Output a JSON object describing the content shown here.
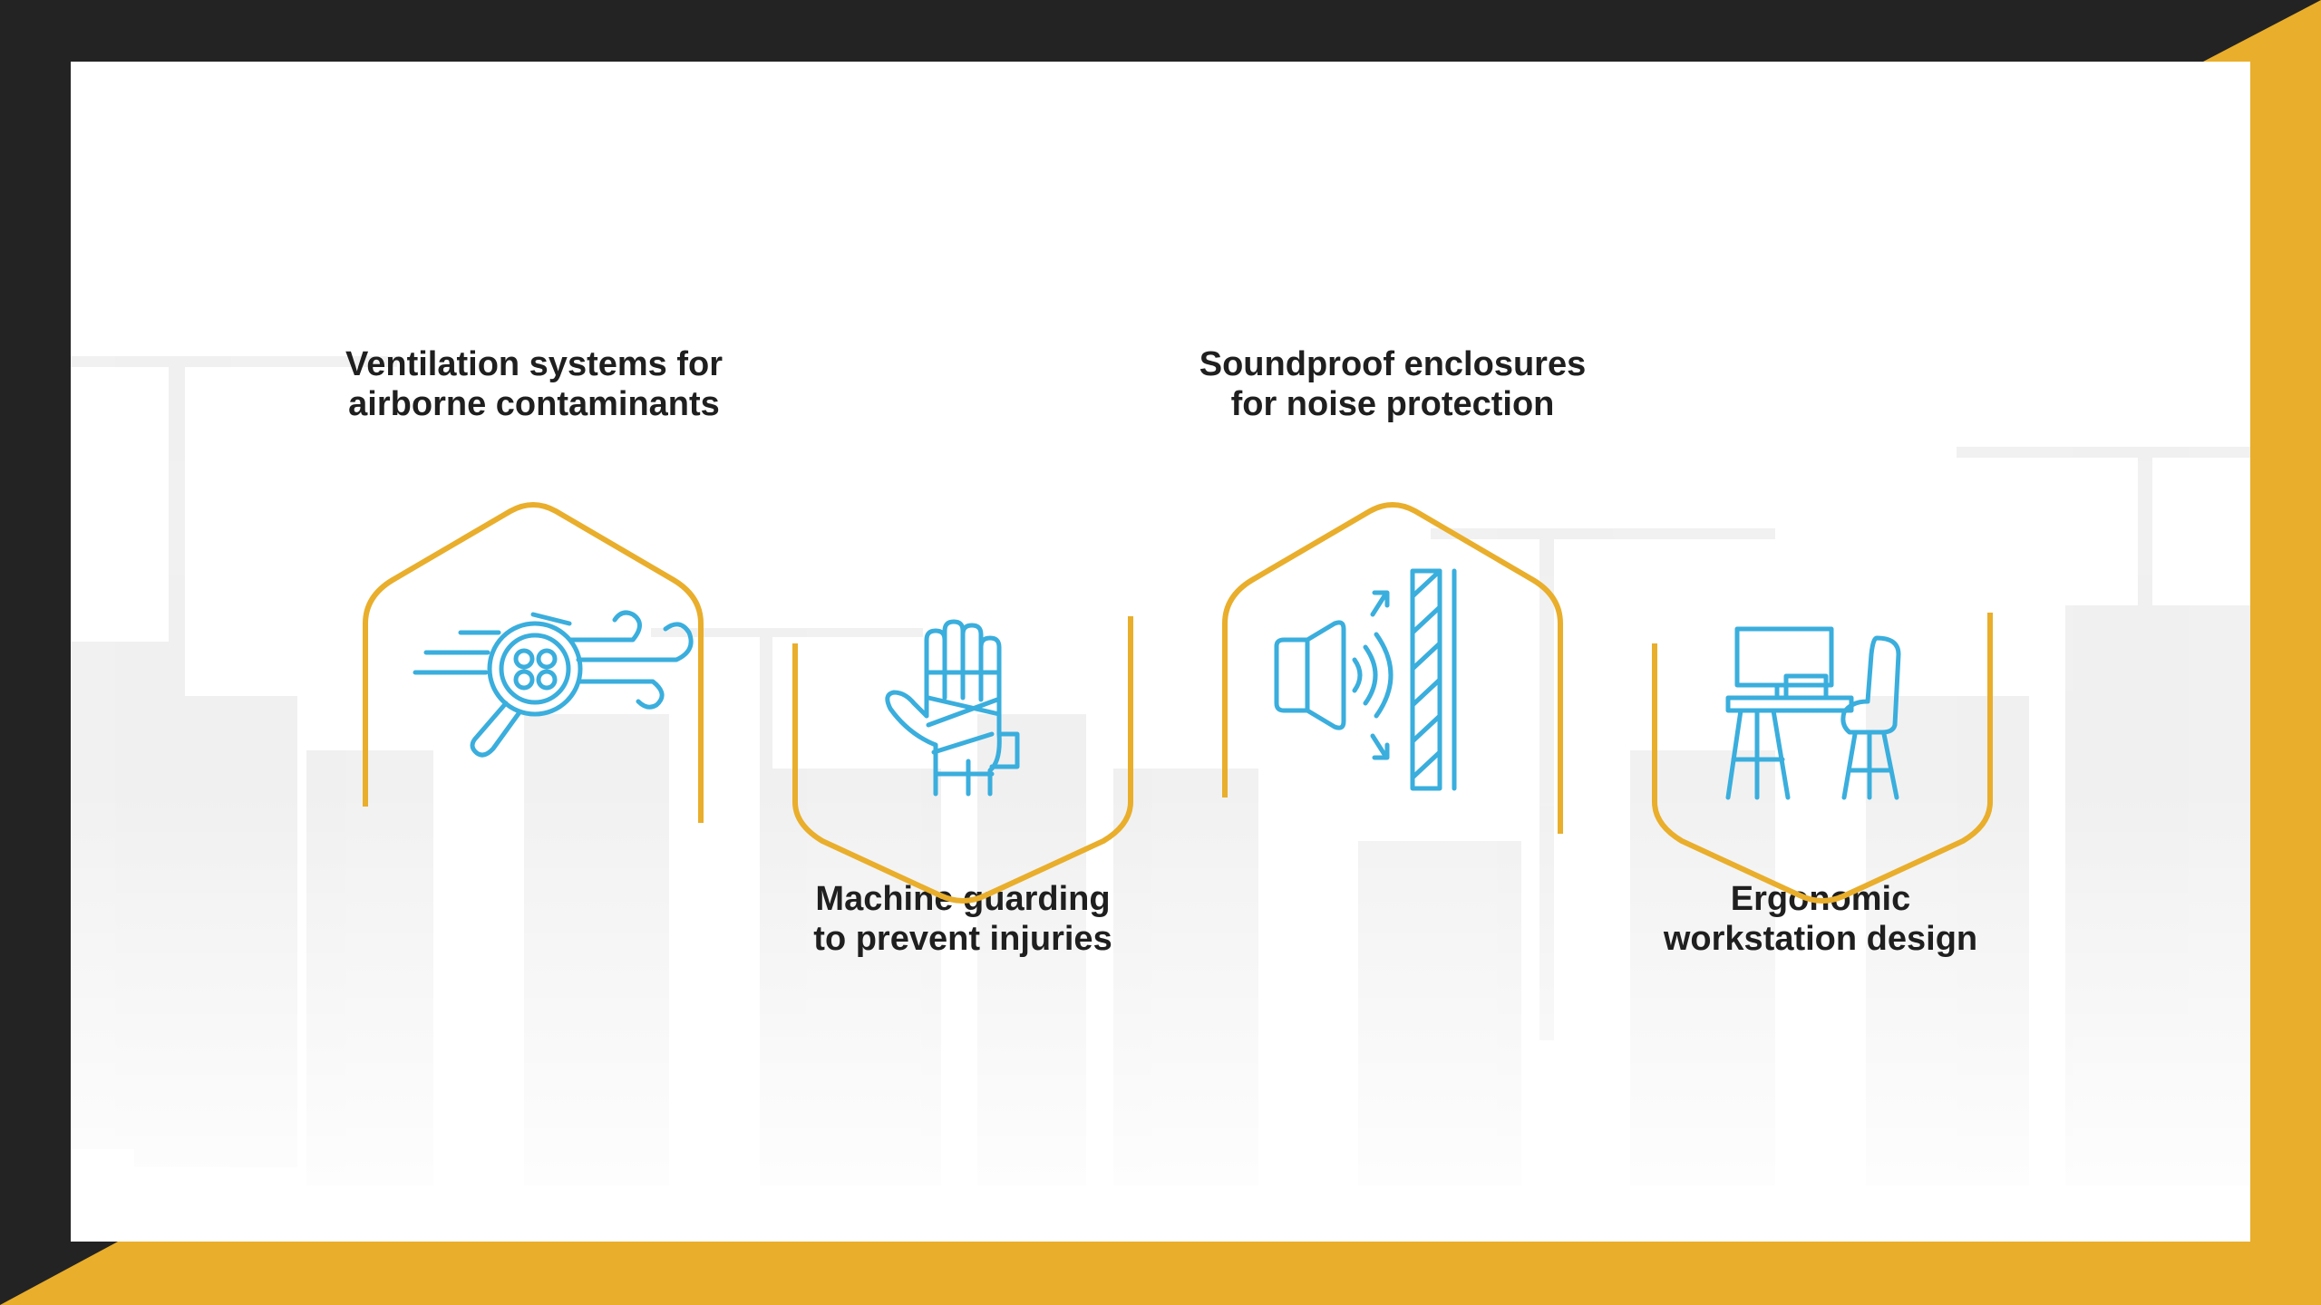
{
  "colors": {
    "accent": "#E9AE2B",
    "icon": "#3AAEDD",
    "dark": "#232323",
    "text": "#1F1F1F"
  },
  "items": [
    {
      "label": "Ventilation systems for\nairborne contaminants",
      "icon": "ventilation-icon"
    },
    {
      "label": "Machine guarding\nto prevent injuries",
      "icon": "bandaged-hand-icon"
    },
    {
      "label": "Soundproof enclosures\nfor noise protection",
      "icon": "soundproof-speaker-icon"
    },
    {
      "label": "Ergonomic\nworkstation design",
      "icon": "ergonomic-desk-icon"
    }
  ]
}
